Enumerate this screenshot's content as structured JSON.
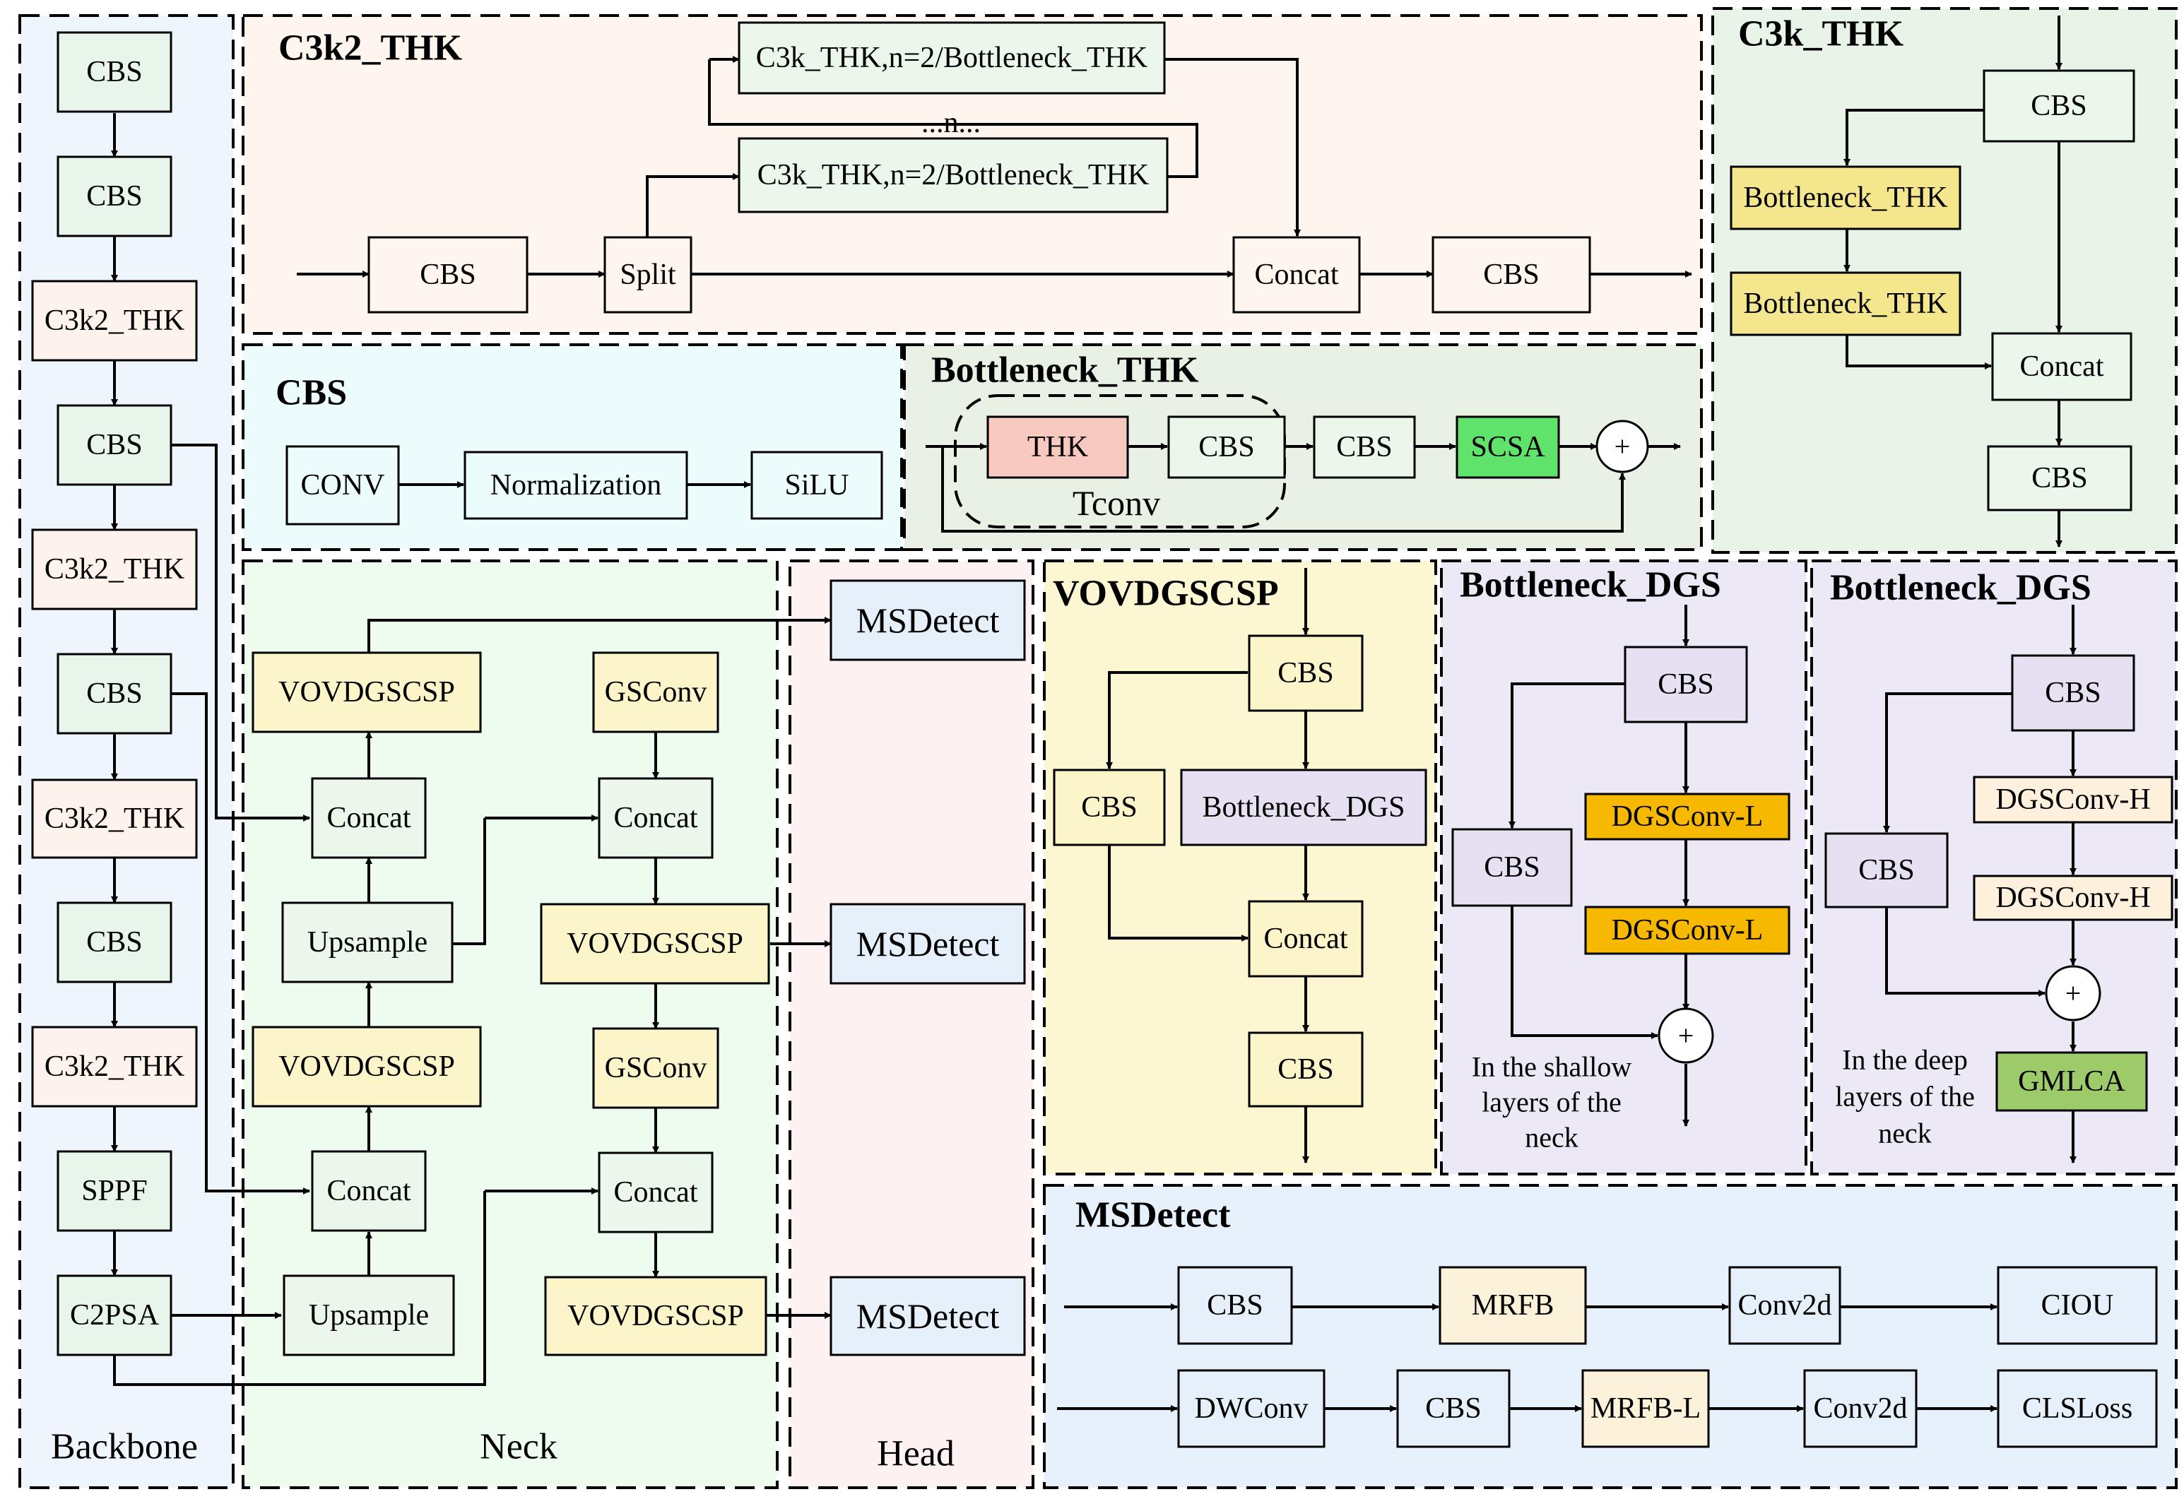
{
  "regions": {
    "backbone": "Backbone",
    "neck": "Neck",
    "head": "Head",
    "c3k2_thk": "C3k2_THK",
    "c3k_thk": "C3k_THK",
    "cbs": "CBS",
    "bottleneck_thk": "Bottleneck_THK",
    "vovdgscsp": "VOVDGSCSP",
    "bottleneck_dgs_shallow": "Bottleneck_DGS",
    "bottleneck_dgs_deep": "Bottleneck_DGS",
    "msdetect": "MSDetect"
  },
  "nodes": {
    "bb_cbs1": "CBS",
    "bb_cbs2": "CBS",
    "bb_c3k2_1": "C3k2_THK",
    "bb_cbs3": "CBS",
    "bb_c3k2_2": "C3k2_THK",
    "bb_cbs4": "CBS",
    "bb_c3k2_3": "C3k2_THK",
    "bb_cbs5": "CBS",
    "bb_c3k2_4": "C3k2_THK",
    "bb_sppf": "SPPF",
    "bb_c2psa": "C2PSA",
    "nk_vov1": "VOVDGSCSP",
    "nk_concat1": "Concat",
    "nk_upsample1": "Upsample",
    "nk_vov2": "VOVDGSCSP",
    "nk_concat2": "Concat",
    "nk_upsample2": "Upsample",
    "nk_gsconv1": "GSConv",
    "nk_concat3": "Concat",
    "nk_vov3": "VOVDGSCSP",
    "nk_gsconv2": "GSConv",
    "nk_concat4": "Concat",
    "nk_vov4": "VOVDGSCSP",
    "hd_msdetect1": "MSDetect",
    "hd_msdetect2": "MSDetect",
    "hd_msdetect3": "MSDetect",
    "c2_c3k_top": "C3k_THK,n=2/Bottleneck_THK",
    "c2_dots": "...n...",
    "c2_c3k_bottom": "C3k_THK,n=2/Bottleneck_THK",
    "c2_cbs_in": "CBS",
    "c2_split": "Split",
    "c2_concat": "Concat",
    "c2_cbs_out": "CBS",
    "ck_cbs_top": "CBS",
    "ck_bneck1": "Bottleneck_THK",
    "ck_bneck2": "Bottleneck_THK",
    "ck_concat": "Concat",
    "ck_cbs_bottom": "CBS",
    "cbs_conv": "CONV",
    "cbs_norm": "Normalization",
    "cbs_silu": "SiLU",
    "bt_thk": "THK",
    "bt_cbs1": "CBS",
    "bt_tconv": "Tconv",
    "bt_cbs2": "CBS",
    "bt_scsa": "SCSA",
    "bt_add": "+",
    "vov_cbs_top": "CBS",
    "vov_cbs_left": "CBS",
    "vov_bneck": "Bottleneck_DGS",
    "vov_concat": "Concat",
    "vov_cbs_bottom": "CBS",
    "dgsl_cbs_top": "CBS",
    "dgsl_cbs_left": "CBS",
    "dgsl_conv1": "DGSConv-L",
    "dgsl_conv2": "DGSConv-L",
    "dgsl_add": "+",
    "dgsl_note1": "In the shallow",
    "dgsl_note2": "layers of the",
    "dgsl_note3": "neck",
    "dgsh_cbs_top": "CBS",
    "dgsh_cbs_left": "CBS",
    "dgsh_conv1": "DGSConv-H",
    "dgsh_conv2": "DGSConv-H",
    "dgsh_add": "+",
    "dgsh_gmlca": "GMLCA",
    "dgsh_note1": "In the deep",
    "dgsh_note2": "layers of the",
    "dgsh_note3": "neck",
    "ms_cbs1": "CBS",
    "ms_mrfb": "MRFB",
    "ms_conv2d1": "Conv2d",
    "ms_ciou": "CIOU",
    "ms_dwconv": "DWConv",
    "ms_cbs2": "CBS",
    "ms_mrfbl": "MRFB-L",
    "ms_conv2d2": "Conv2d",
    "ms_clsloss": "CLSLoss"
  },
  "colors": {
    "backbone_bg": "#eef5fd",
    "neck_bg": "#eefbef",
    "head_bg": "#fdf2f1",
    "c3k2_bg": "#fdf5ee",
    "c3k_bg": "#e9f4e8",
    "cbs_bg": "#ecfcfd",
    "bottleneck_thk_bg": "#e8f1e4",
    "vov_bg": "#fcf7d2",
    "dgs_bg": "#ede8f6",
    "msdetect_bg": "#e7f1fc",
    "node_cbs": "#e8f5ea",
    "node_c3k2": "#fdf3ec",
    "node_vov": "#fcf5c9",
    "node_green": "#eaf7ea",
    "node_msdetect": "#e6f0fa",
    "node_yellow": "#f4e68c",
    "node_thk": "#f8c9c1",
    "node_scsa": "#5fe36a",
    "node_dgs": "#e7e0f3",
    "node_dgsl": "#f7b800",
    "node_dgsh": "#fdf0dc",
    "node_gmlca": "#9dcb6a",
    "node_mrfb": "#fcf1d9"
  }
}
